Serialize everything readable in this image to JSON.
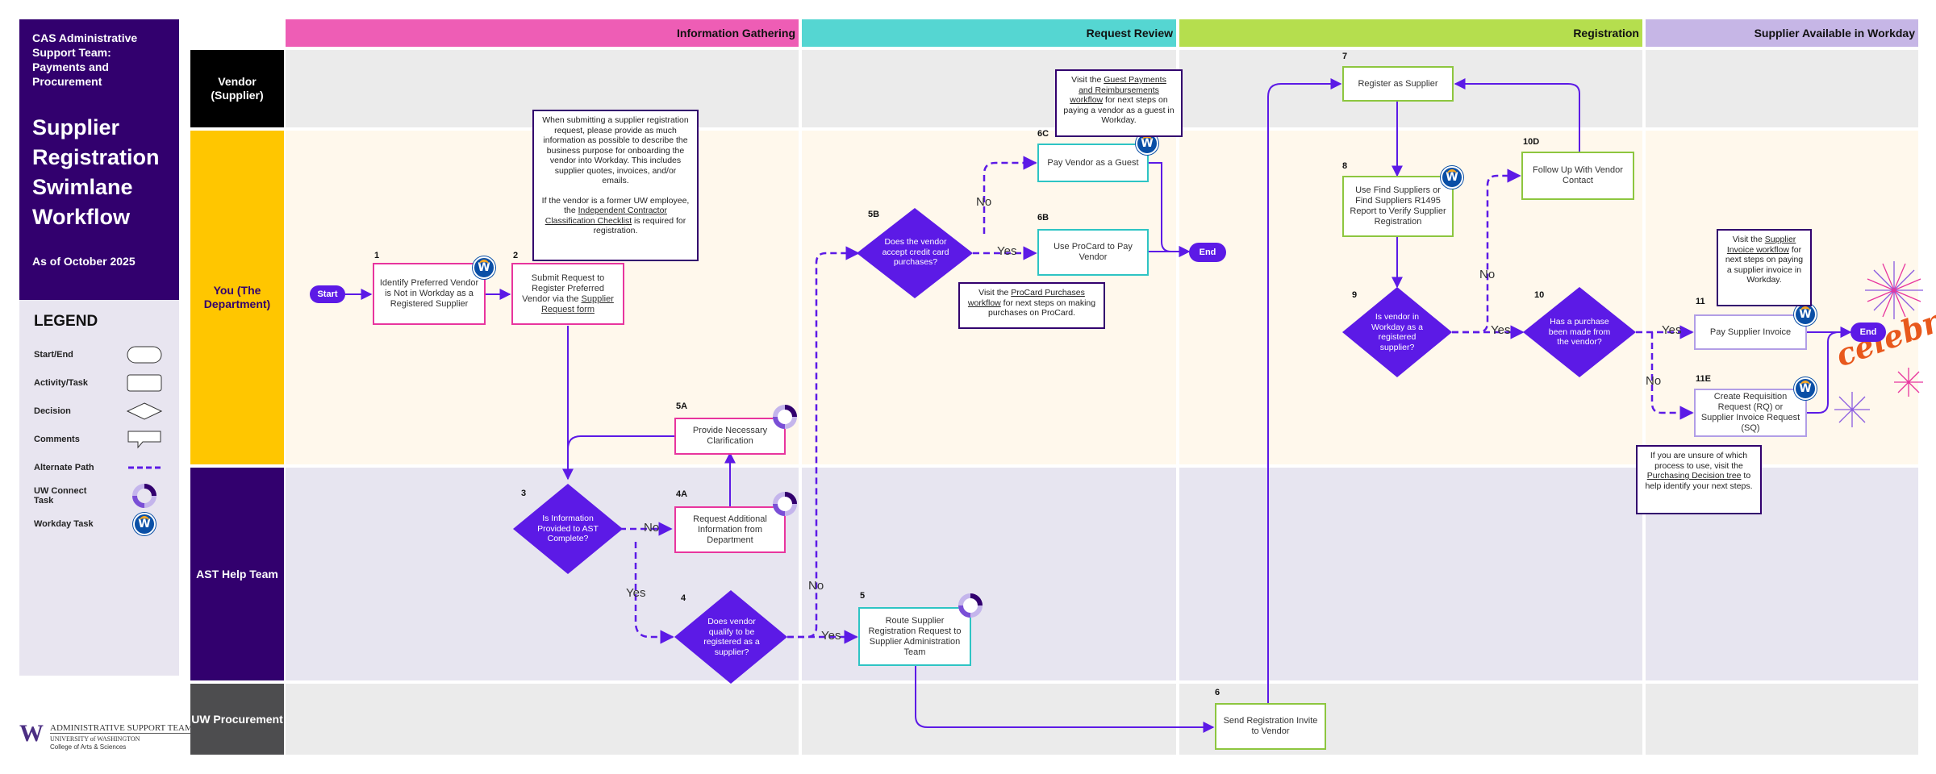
{
  "title_panel": {
    "org": "CAS Administrative Support Team: Payments and Procurement",
    "title": "Supplier Registration Swimlane Workflow",
    "date": "As of October 2025"
  },
  "legend": {
    "title": "LEGEND",
    "items": [
      {
        "label": "Start/End",
        "shape": "rounded-rect"
      },
      {
        "label": "Activity/Task",
        "shape": "rect"
      },
      {
        "label": "Decision",
        "shape": "diamond"
      },
      {
        "label": "Comments",
        "shape": "callout"
      },
      {
        "label": "Alternate Path",
        "shape": "dashed-line"
      },
      {
        "label": "UW Connect Task",
        "shape": "uw-connect-icon"
      },
      {
        "label": "Workday Task",
        "shape": "workday-icon"
      }
    ]
  },
  "footer": {
    "logo_letter": "W",
    "line1": "ADMINISTRATIVE SUPPORT TEAM",
    "line2": "UNIVERSITY of WASHINGTON",
    "line3": "College of Arts & Sciences"
  },
  "phases": [
    {
      "label": "Information Gathering",
      "color": "#ee5db5"
    },
    {
      "label": "Request Review",
      "color": "#55d6d2"
    },
    {
      "label": "Registration",
      "color": "#b5de4e"
    },
    {
      "label": "Supplier Available in Workday",
      "color": "#c6b6e6"
    }
  ],
  "lanes": [
    {
      "label": "Vendor (Supplier)",
      "color": "#000000"
    },
    {
      "label": "You (The Department)",
      "color": "#ffc600"
    },
    {
      "label": "AST Help Team",
      "color": "#32006e"
    },
    {
      "label": "UW Procurement",
      "color": "#4d4d4f"
    }
  ],
  "nodes": {
    "start": "Start",
    "n1": {
      "num": "1",
      "text": "Identify Preferred Vendor is Not in Workday as a Registered Supplier"
    },
    "n2": {
      "num": "2",
      "text_a": "Submit Request to Register Preferred Vendor via the ",
      "link": "Supplier Request form"
    },
    "n3": {
      "num": "3",
      "text": "Is Information Provided to AST Complete?"
    },
    "n4": {
      "num": "4",
      "text": "Does vendor qualify to be registered as a supplier?"
    },
    "n4a": {
      "num": "4A",
      "text": "Request Additional Information from Department"
    },
    "n5a": {
      "num": "5A",
      "text": "Provide Necessary Clarification"
    },
    "n5": {
      "num": "5",
      "text": "Route Supplier Registration Request to Supplier Administration Team"
    },
    "n5b": {
      "num": "5B",
      "text": "Does the vendor accept credit card purchases?"
    },
    "n6c": {
      "num": "6C",
      "text": "Pay Vendor as a Guest"
    },
    "n6b": {
      "num": "6B",
      "text": "Use ProCard to Pay Vendor"
    },
    "end1": "End",
    "n6": {
      "num": "6",
      "text": "Send Registration Invite to Vendor"
    },
    "n7": {
      "num": "7",
      "text": "Register as Supplier"
    },
    "n8": {
      "num": "8",
      "text": "Use Find Suppliers or Find Suppliers R1495 Report to Verify Supplier Registration"
    },
    "n9": {
      "num": "9",
      "text": "Is vendor in Workday as a registered supplier?"
    },
    "n10d": {
      "num": "10D",
      "text": "Follow Up With Vendor Contact"
    },
    "n10": {
      "num": "10",
      "text": "Has a purchase been made from the vendor?"
    },
    "n11": {
      "num": "11",
      "text": "Pay Supplier Invoice"
    },
    "n11e": {
      "num": "11E",
      "text": "Create Requisition Request (RQ) or Supplier Invoice Request (SQ)"
    },
    "end2": "End"
  },
  "edge_labels": {
    "no": "No",
    "yes": "Yes"
  },
  "callouts": {
    "c2": {
      "p1": "When submitting a supplier registration request, please provide as much information as possible to describe the business purpose for onboarding the vendor into Workday. This includes supplier quotes, invoices, and/or emails.",
      "p2a": "If the vendor is a former UW employee, the ",
      "p2link": "Independent Contractor Classification Checklist",
      "p2b": " is required for registration."
    },
    "c6c": {
      "a": "Visit the ",
      "link": "Guest Payments and Reimbursements workflow",
      "b": " for next steps on paying a vendor as a guest in Workday."
    },
    "c6b": {
      "a": "Visit the ",
      "link": "ProCard Purchases workflow",
      "b": " for next steps on making purchases on ProCard."
    },
    "c11": {
      "a": "Visit the ",
      "link": "Supplier Invoice workflow",
      "b": " for next steps on paying a supplier invoice in Workday."
    },
    "c11e": {
      "a": "If you are unsure of which process to use, visit the ",
      "link": "Purchasing Decision tree",
      "b": " to help identify your next steps."
    }
  },
  "decoration": {
    "celebrate": "celebrate"
  },
  "icons": {
    "workday": "W"
  }
}
